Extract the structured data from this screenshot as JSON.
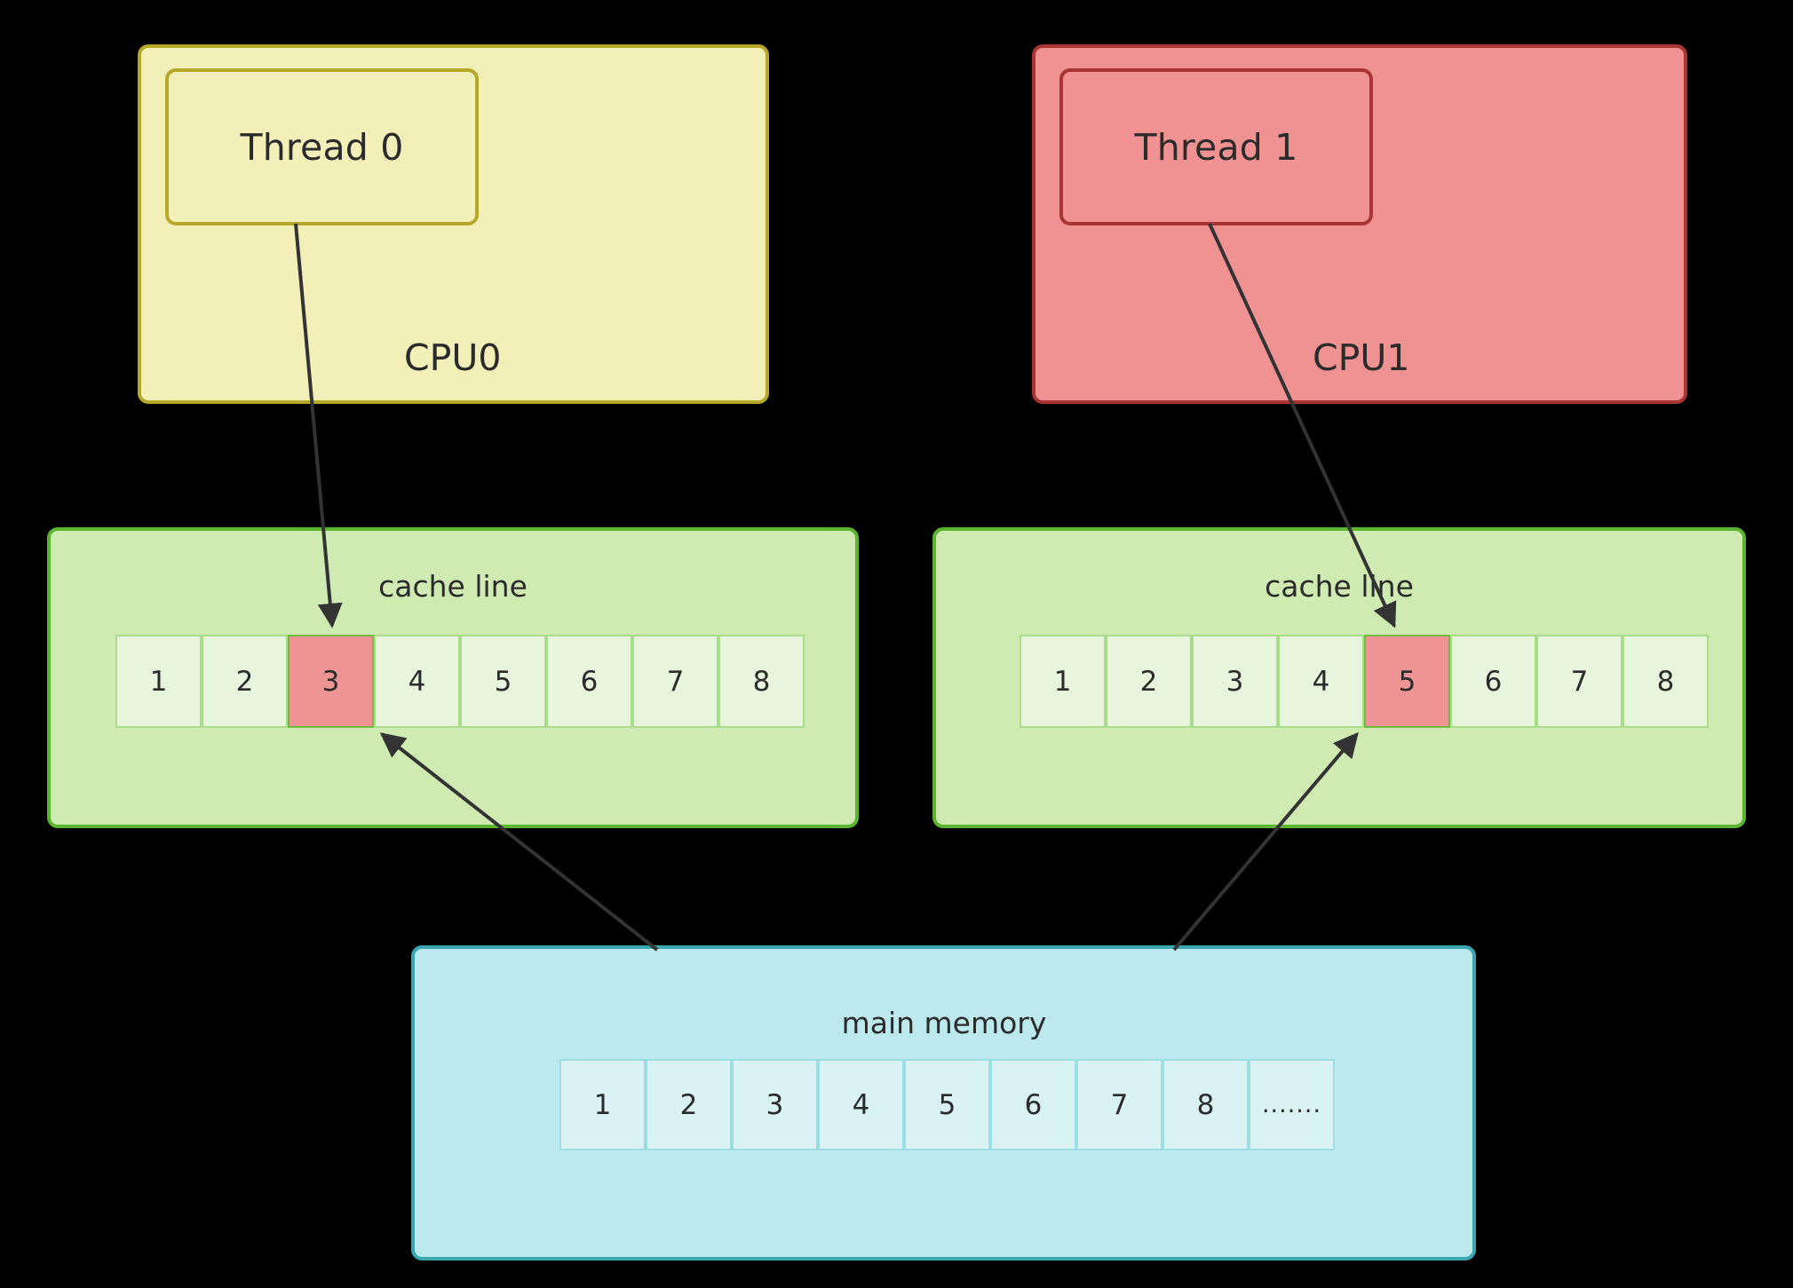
{
  "diagram": {
    "title": "false-sharing cache line diagram",
    "colors": {
      "cpu0_fill": "#f3efb8",
      "cpu0_border": "#b7a829",
      "cpu1_fill": "#f09292",
      "cpu1_border": "#a93434",
      "cache_fill": "#cfebb2",
      "cache_border": "#5cb531",
      "cache_cell_fill": "#e7f5dd",
      "cache_cell_border": "#a9dc8b",
      "highlight_fill": "#ef9494",
      "memory_fill": "#bbe9ed",
      "memory_border": "#3aa6ae",
      "memory_cell_fill": "#d9f3f5",
      "memory_cell_border": "#9bdfe4",
      "arrow": "#333333",
      "text": "#2b2b2b",
      "background": "#000000"
    }
  },
  "cpu0": {
    "label": "CPU0",
    "thread": {
      "label": "Thread 0"
    }
  },
  "cpu1": {
    "label": "CPU1",
    "thread": {
      "label": "Thread 1"
    }
  },
  "cache0": {
    "title": "cache line",
    "cells": [
      {
        "label": "1",
        "highlighted": false
      },
      {
        "label": "2",
        "highlighted": false
      },
      {
        "label": "3",
        "highlighted": true
      },
      {
        "label": "4",
        "highlighted": false
      },
      {
        "label": "5",
        "highlighted": false
      },
      {
        "label": "6",
        "highlighted": false
      },
      {
        "label": "7",
        "highlighted": false
      },
      {
        "label": "8",
        "highlighted": false
      }
    ]
  },
  "cache1": {
    "title": "cache line",
    "cells": [
      {
        "label": "1",
        "highlighted": false
      },
      {
        "label": "2",
        "highlighted": false
      },
      {
        "label": "3",
        "highlighted": false
      },
      {
        "label": "4",
        "highlighted": false
      },
      {
        "label": "5",
        "highlighted": true
      },
      {
        "label": "6",
        "highlighted": false
      },
      {
        "label": "7",
        "highlighted": false
      },
      {
        "label": "8",
        "highlighted": false
      }
    ]
  },
  "memory": {
    "title": "main memory",
    "cells": [
      {
        "label": "1"
      },
      {
        "label": "2"
      },
      {
        "label": "3"
      },
      {
        "label": "4"
      },
      {
        "label": "5"
      },
      {
        "label": "6"
      },
      {
        "label": "7"
      },
      {
        "label": "8"
      },
      {
        "label": "......."
      }
    ]
  },
  "arrows": [
    {
      "name": "thread0-to-cache0-cell3",
      "from": "Thread 0",
      "to": "cache line 0 cell 3"
    },
    {
      "name": "thread1-to-cache1-cell5",
      "from": "Thread 1",
      "to": "cache line 1 cell 5"
    },
    {
      "name": "memory-to-cache0-cell3",
      "from": "main memory",
      "to": "cache line 0 cell 3"
    },
    {
      "name": "memory-to-cache1-cell5",
      "from": "main memory",
      "to": "cache line 1 cell 5"
    }
  ]
}
